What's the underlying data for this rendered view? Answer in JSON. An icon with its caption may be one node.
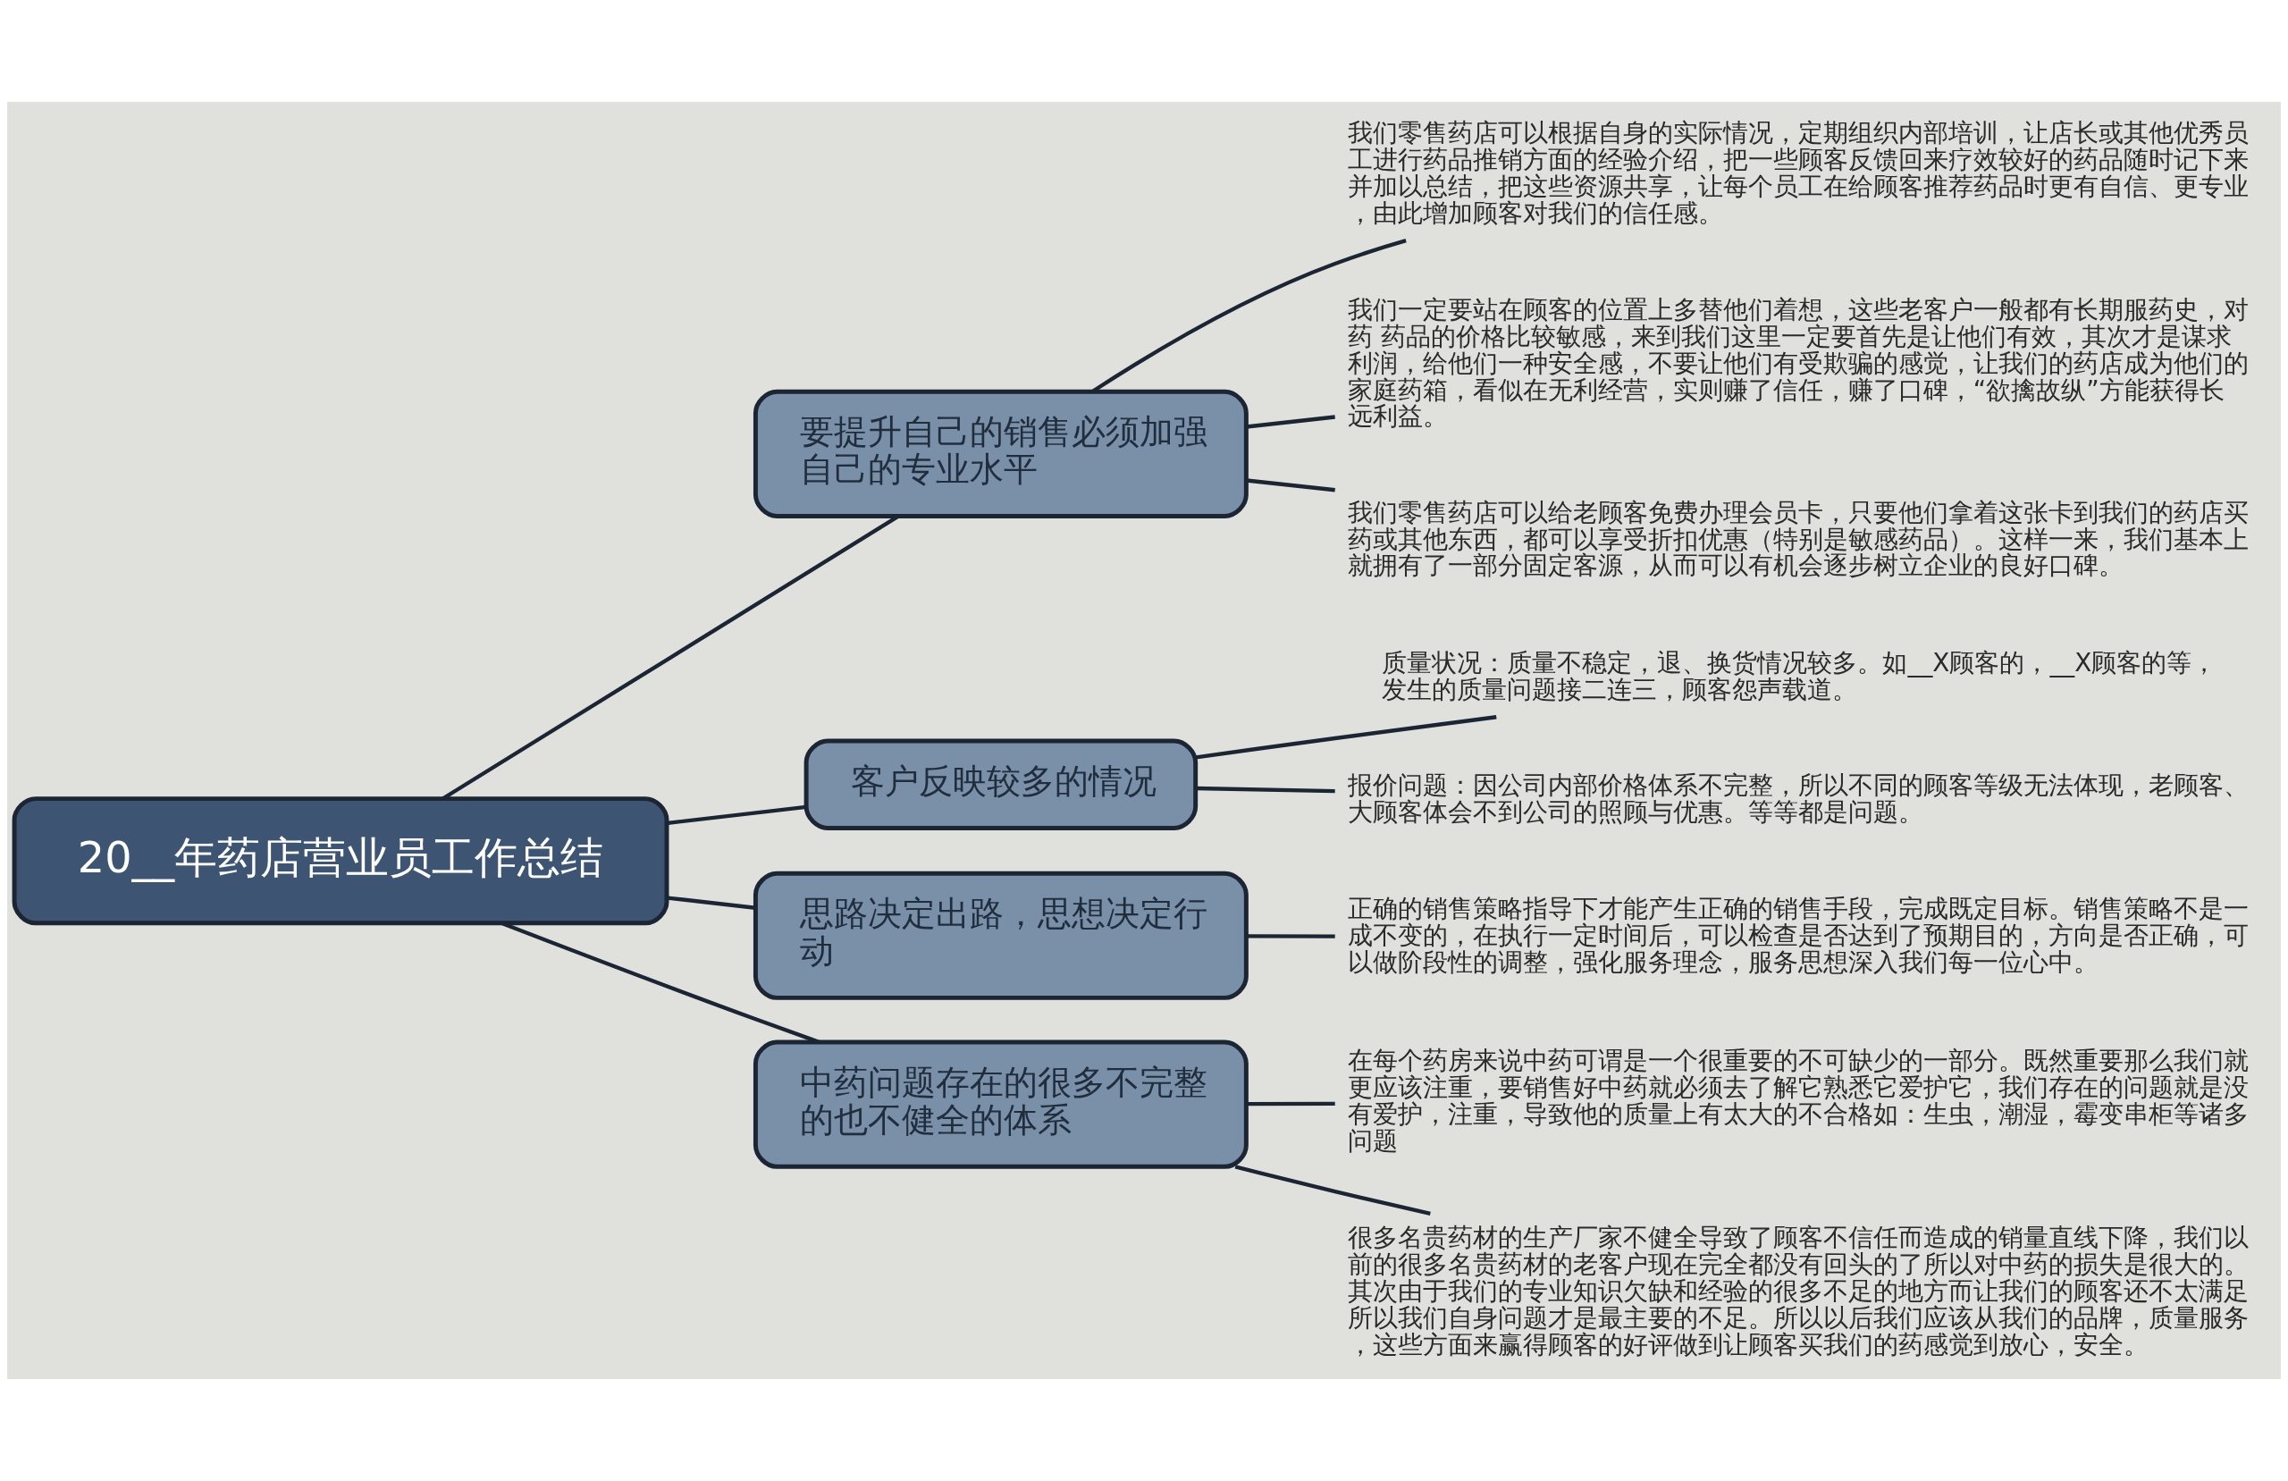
{
  "diagram": {
    "nodes": [
      {
        "text": [
          "20__年药店营业员工作总结"
        ]
      },
      {
        "text": [
          "要提升自己的销售必须加强自己的专业水平"
        ]
      },
      {
        "text": [
          "我们零售药店可以根据自身的实际情况，定期组织内部培训，让店长或其他优秀员工进行药品推销方面的经验介绍，把一些顾客反馈回来疗效较好的药品随时记下来并加以总结，把这些资源共享，让每个员工在给顾客推荐药品时更有自信、更专业，由此增加顾客对我们的信任感。"
        ]
      },
      {
        "text": [
          "我们一定要站在顾客的位置上多替他们着想，这些老客户一般都有长期服药史，对药 药品的价格比较敏感，来到我们这里一定要首先是让他们有效，其次才是谋求利润，给他们一种安全感，不要让他们有受欺骗的感觉，让我们的药店成为他们的家庭药箱，看似在无利经营，实则赚了信任，赚了口碑，“欲擒故纵”方能获得长远利益。"
        ]
      },
      {
        "text": [
          "我们零售药店可以给老顾客免费办理会员卡，只要他们拿着这张卡到我们的药店买药或其他东西，都可以享受折扣优惠（特别是敏感药品）。这样一来，我们基本上就拥有了一部分固定客源，从而可以有机会逐步树立企业的良好口碑。"
        ]
      },
      {
        "text": [
          "客户反映较多的情况"
        ]
      },
      {
        "text": [
          "质量状况：质量不稳定，退、换货情况较多。如__X顾客的，__X顾客的等，发生的质量问题接二连三，顾客怨声载道。"
        ]
      },
      {
        "text": [
          "报价问题：因公司内部价格体系不完整，所以不同的顾客等级无法体现，老顾客、大顾客体会不到公司的照顾与优惠。等等都是问题。"
        ]
      },
      {
        "text": [
          "思路决定出路，思想决定行动"
        ]
      },
      {
        "text": [
          "正确的销售策略指导下才能产生正确的销售手段，完成既定目标。销售策略不是一成不变的，在执行一定时间后，可以检查是否达到了预期目的，方向是否正确，可以做阶段性的调整，强化服务理念，服务思想深入我们每一位心中。"
        ]
      },
      {
        "text": [
          "中药问题存在的很多不完整的也不健全的体系"
        ]
      },
      {
        "text": [
          "在每个药房来说中药可谓是一个很重要的不可缺少的一部分。既然重要那么我们就更应该注重，要销售好中药就必须去了解它熟悉它爱护它，我们存在的问题就是没有爱护，注重，导致他的质量上有太大的不合格如：生虫，潮湿，霉变串柜等诸多问题"
        ]
      },
      {
        "text": [
          "很多名贵药材的生产厂家不健全导致了顾客不信任而造成的销量直线下降，我们以前的很多名贵药材的老客户现在完全都没有回头的了所以对中药的损失是很大的。其次由于我们的专业知识欠缺和经验的很多不足的地方而让我们的顾客还不太满足所以我们自身问题才是最主要的不足。所以以后我们应该从我们的品牌，质量服务，这些方面来赢得顾客的好评做到让顾客买我们的药感觉到放心，安全。"
        ]
      }
    ],
    "edges": [
      {
        "from": 0,
        "to": 1,
        "arrow": "none"
      },
      {
        "from": 1,
        "to": 2,
        "arrow": "none"
      },
      {
        "from": 1,
        "to": 3,
        "arrow": "none"
      },
      {
        "from": 1,
        "to": 4,
        "arrow": "none"
      },
      {
        "from": 0,
        "to": 5,
        "arrow": "none"
      },
      {
        "from": 5,
        "to": 6,
        "arrow": "none"
      },
      {
        "from": 5,
        "to": 7,
        "arrow": "none"
      },
      {
        "from": 0,
        "to": 8,
        "arrow": "none"
      },
      {
        "from": 8,
        "to": 9,
        "arrow": "none"
      },
      {
        "from": 0,
        "to": 10,
        "arrow": "none"
      },
      {
        "from": 10,
        "to": 11,
        "arrow": "none"
      },
      {
        "from": 10,
        "to": 12,
        "arrow": "none"
      }
    ]
  }
}
